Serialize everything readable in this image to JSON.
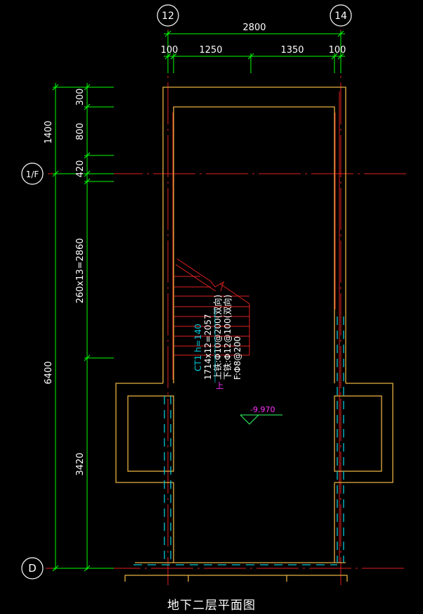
{
  "grid_axes": {
    "top_left": "12",
    "top_right": "14",
    "left_upper": "1/F",
    "left_lower": "D"
  },
  "dims": {
    "overall_width": "2800",
    "seg_a": "100",
    "seg_b": "1250",
    "seg_c": "1350",
    "seg_d": "100",
    "left_total_upper": "1400",
    "left_total_lower": "6400",
    "v_seg1": "300",
    "v_seg2": "800",
    "v_seg3": "420",
    "v_stairs": "260x13=2860",
    "v_bottom": "3420"
  },
  "stair_annotation": {
    "line1": "CT1 h=140",
    "line2": "1714x12=2057",
    "line3": "上铁:Φ10@200(双向)",
    "line4": "下铁:Φ12@100(双向)",
    "line5": "F:Φ8@200",
    "up_label": "上"
  },
  "elevation": "-9.970",
  "caption": "地下二层平面图",
  "colors": {
    "background": "#000000",
    "wall_outline": "#e8b040",
    "axis_line": "#e02020",
    "dimension": "#00ff00",
    "hidden_line": "#00c8d8",
    "annotation_cyan": "#00c8d8",
    "annotation_white": "#ffffff",
    "elevation": "#ff33ff"
  }
}
